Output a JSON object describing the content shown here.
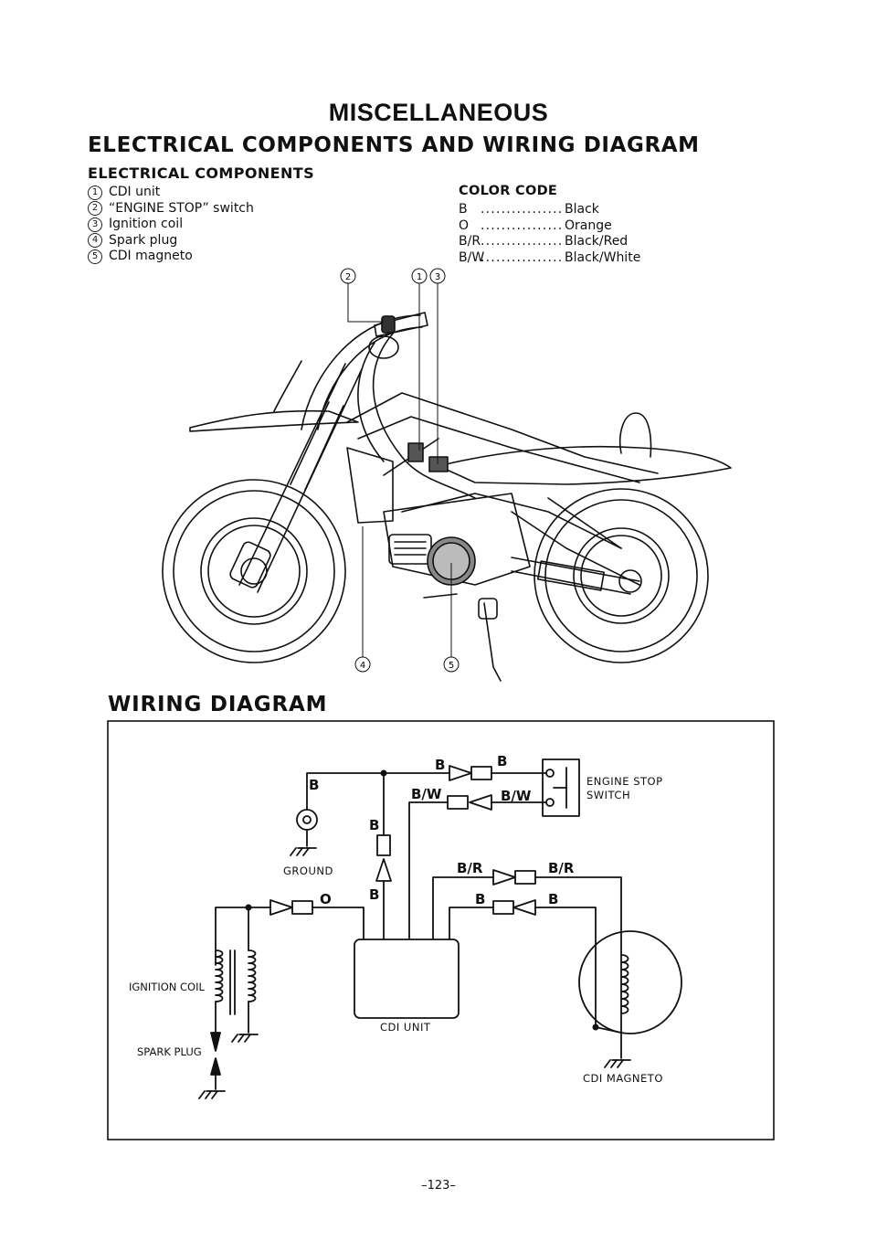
{
  "header": {
    "title": "MISCELLANEOUS",
    "section": "ELECTRICAL COMPONENTS AND WIRING DIAGRAM",
    "subsection": "ELECTRICAL COMPONENTS"
  },
  "components": [
    {
      "num": "1",
      "label": "CDI unit"
    },
    {
      "num": "2",
      "label": "“ENGINE STOP” switch"
    },
    {
      "num": "3",
      "label": "Ignition coil"
    },
    {
      "num": "4",
      "label": "Spark plug"
    },
    {
      "num": "5",
      "label": "CDI magneto"
    }
  ],
  "color_code": {
    "title": "COLOR CODE",
    "rows": [
      {
        "code": "B",
        "name": "Black"
      },
      {
        "code": "O",
        "name": "Orange"
      },
      {
        "code": "B/R",
        "name": "Black/Red"
      },
      {
        "code": "B/W",
        "name": "Black/White"
      }
    ]
  },
  "callouts": [
    "2",
    "1",
    "3",
    "4",
    "5"
  ],
  "wiring": {
    "title": "WIRING DIAGRAM",
    "wire_labels": {
      "b_ground": "B",
      "b_top_left": "B",
      "b_top_right": "B",
      "bw_left": "B/W",
      "bw_right": "B/W",
      "b_vert_top": "B",
      "b_vert_bottom": "B",
      "br_left": "B/R",
      "br_right": "B/R",
      "b_mag_left": "B",
      "b_mag_right": "B",
      "o_label": "O"
    },
    "components": {
      "engine_stop_line1": "ENGINE STOP",
      "engine_stop_line2": "SWITCH",
      "ground": "GROUND",
      "ignition_coil": "IGNITION COIL",
      "spark_plug": "SPARK PLUG",
      "cdi_unit": "CDI UNIT",
      "cdi_magneto": "CDI MAGNETO"
    }
  },
  "footer": {
    "page_number": "–123–"
  }
}
